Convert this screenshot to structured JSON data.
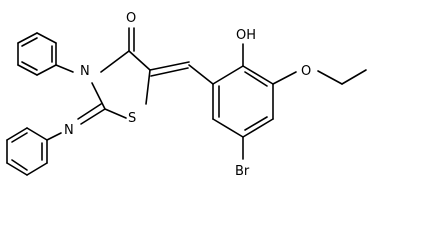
{
  "structure": {
    "atoms": {
      "carbonyl_oxygen": "O",
      "ring_nitrogen": "N",
      "ring_sulfur": "S",
      "imine_nitrogen": "N",
      "hydroxyl": "OH",
      "ether_oxygen": "O",
      "bromine": "Br"
    }
  }
}
